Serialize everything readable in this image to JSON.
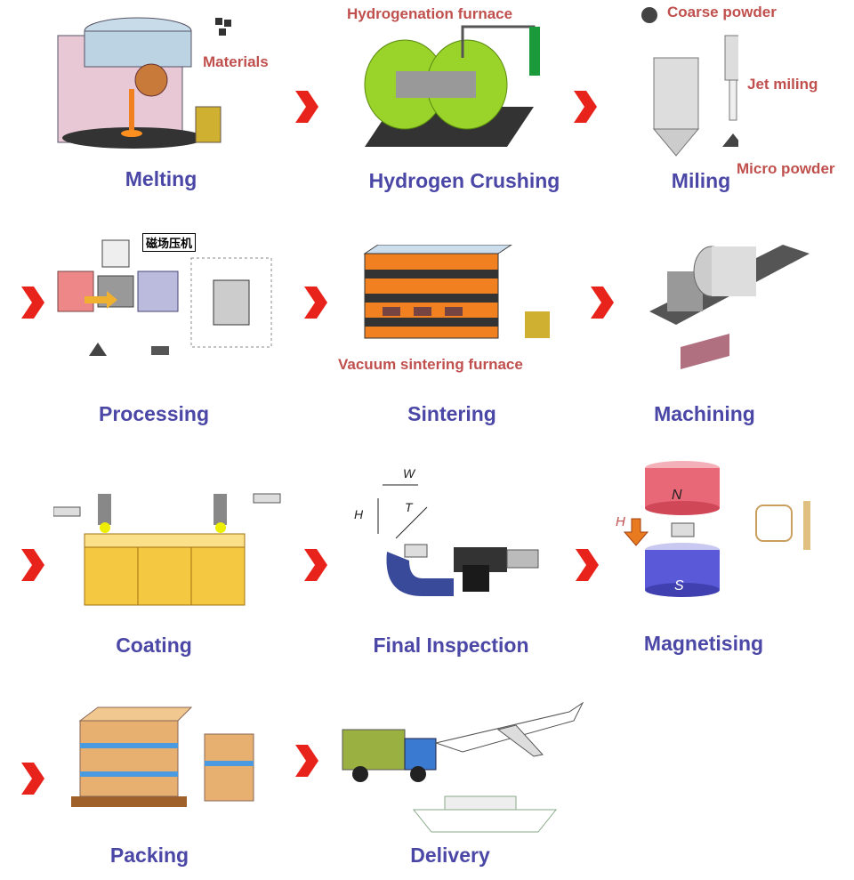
{
  "steps": [
    {
      "label": "Melting",
      "callouts": [
        "Materials"
      ]
    },
    {
      "label": "Hydrogen Crushing",
      "callouts": [
        "Hydrogenation furnace"
      ]
    },
    {
      "label": "Miling",
      "callouts": [
        "Coarse powder",
        "Jet miling",
        "Micro powder"
      ]
    },
    {
      "label": "Processing",
      "callouts": [
        "磁场压机"
      ]
    },
    {
      "label": "Sintering",
      "callouts": [
        "Vacuum sintering furnace"
      ]
    },
    {
      "label": "Machining",
      "callouts": []
    },
    {
      "label": "Coating",
      "callouts": []
    },
    {
      "label": "Final Inspection",
      "callouts": [
        "W",
        "H",
        "T"
      ]
    },
    {
      "label": "Magnetising",
      "callouts": [
        "N",
        "S",
        "H"
      ]
    },
    {
      "label": "Packing",
      "callouts": []
    },
    {
      "label": "Delivery",
      "callouts": []
    }
  ],
  "colors": {
    "label": "#4b47a6",
    "callout": "#c0504d",
    "arrow": "#e8231c"
  }
}
